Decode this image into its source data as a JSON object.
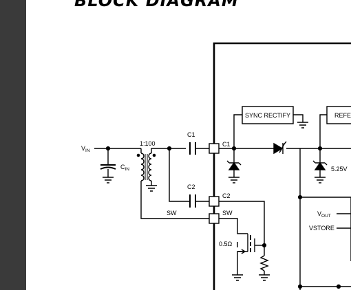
{
  "header": {
    "title": "BLOCK DIAGRAM"
  },
  "diagram": {
    "sync_rectify": "SYNC RECTIFY",
    "reference": "REFE",
    "vin": {
      "main": "V",
      "sub": "IN"
    },
    "cin": {
      "main": "C",
      "sub": "IN"
    },
    "ratio": "1:100",
    "c1_ext": "C1",
    "c2_ext": "C2",
    "sw_ext": "SW",
    "c1_pin": "C1",
    "c2_pin": "C2",
    "sw_pin": "SW",
    "zener_voltage": "5.25V",
    "vout": {
      "main": "V",
      "sub": "OUT"
    },
    "vstore": "VSTORE",
    "resistor": "0.5Ω"
  }
}
